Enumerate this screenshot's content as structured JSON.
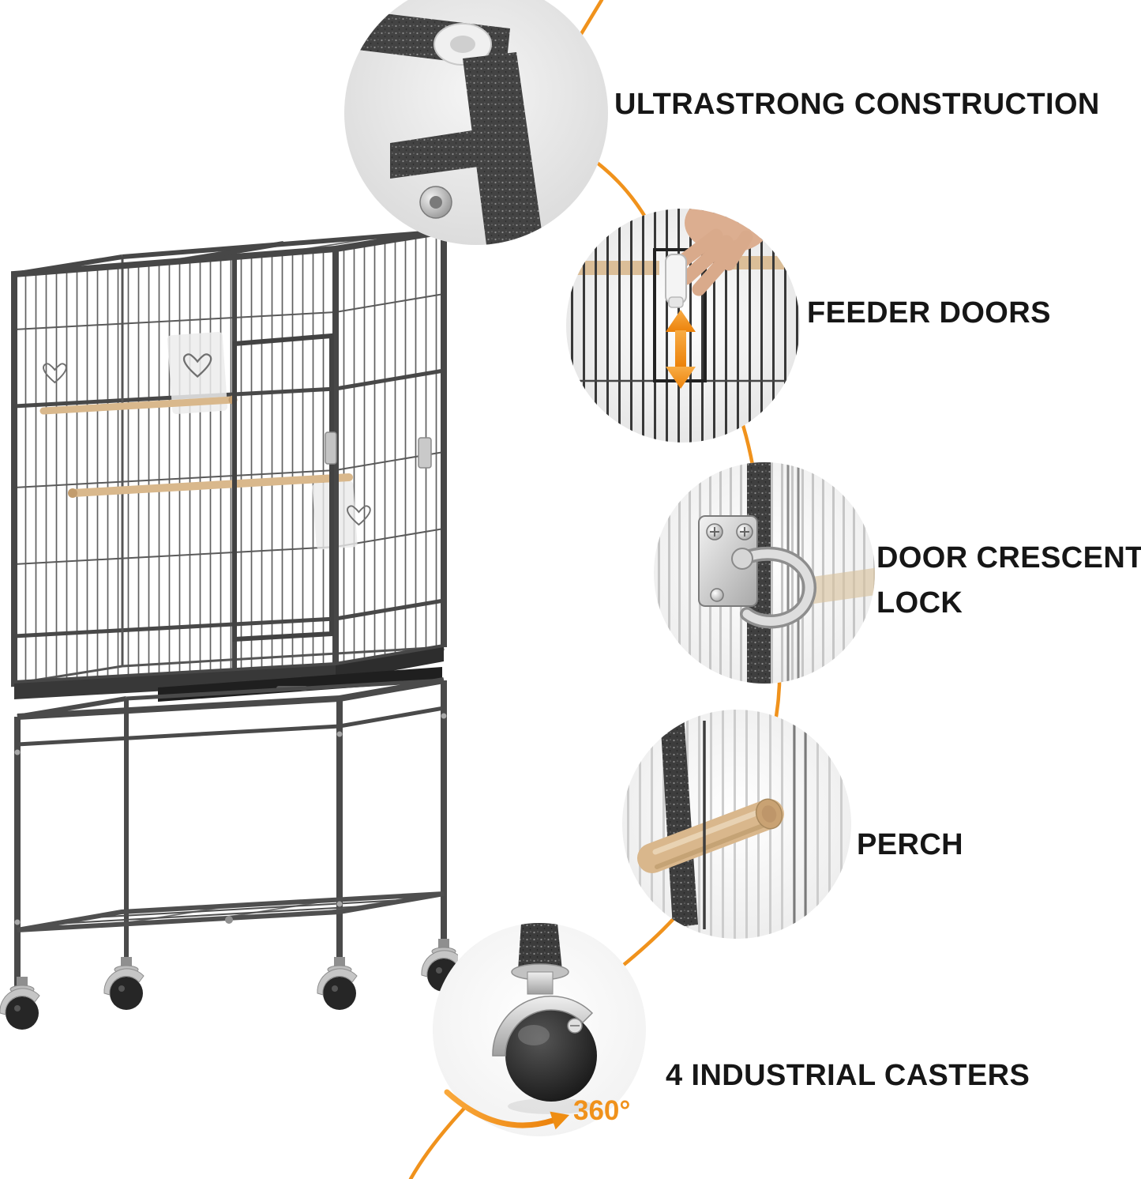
{
  "page": {
    "bg": "#ffffff",
    "accent": "#f0921c"
  },
  "callouts": {
    "construction": {
      "label": "ULTRASTRONG CONSTRUCTION"
    },
    "feeder": {
      "label": "FEEDER DOORS"
    },
    "lock": {
      "label": "DOOR CRESCENT LOCK"
    },
    "perch": {
      "label": "PERCH"
    },
    "casters": {
      "label": "4 INDUSTRIAL CASTERS",
      "rotation": "360°"
    }
  }
}
